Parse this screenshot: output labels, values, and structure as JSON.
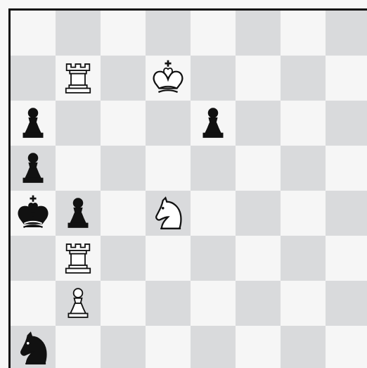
{
  "board": {
    "files": [
      "a",
      "b",
      "c",
      "d",
      "e",
      "f",
      "g",
      "h"
    ],
    "ranks": [
      8,
      7,
      6,
      5,
      4,
      3,
      2,
      1
    ],
    "light_color": "#f6f6f6",
    "dark_color": "#d9dadc",
    "pieces": [
      {
        "square": "b7",
        "color": "white",
        "type": "rook",
        "icon": "white-rook-icon"
      },
      {
        "square": "d7",
        "color": "white",
        "type": "king",
        "icon": "white-king-icon"
      },
      {
        "square": "a6",
        "color": "black",
        "type": "pawn",
        "icon": "black-pawn-icon"
      },
      {
        "square": "e6",
        "color": "black",
        "type": "pawn",
        "icon": "black-pawn-icon"
      },
      {
        "square": "a5",
        "color": "black",
        "type": "pawn",
        "icon": "black-pawn-icon"
      },
      {
        "square": "a4",
        "color": "black",
        "type": "king",
        "icon": "black-king-icon"
      },
      {
        "square": "b4",
        "color": "black",
        "type": "pawn",
        "icon": "black-pawn-icon"
      },
      {
        "square": "d4",
        "color": "white",
        "type": "knight",
        "icon": "white-knight-icon"
      },
      {
        "square": "b3",
        "color": "white",
        "type": "rook",
        "icon": "white-rook-icon"
      },
      {
        "square": "b2",
        "color": "white",
        "type": "pawn",
        "icon": "white-pawn-icon"
      },
      {
        "square": "a1",
        "color": "black",
        "type": "knight",
        "icon": "black-knight-icon"
      }
    ]
  }
}
